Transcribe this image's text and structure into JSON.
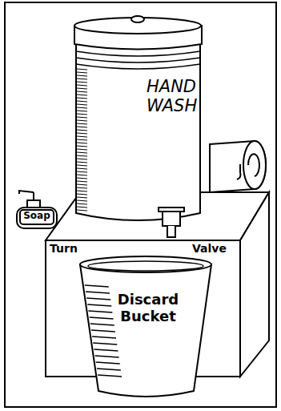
{
  "diagram": {
    "nodes": [
      {
        "text": [
          "HAND WASH"
        ]
      },
      {
        "text": [
          "Soap"
        ]
      },
      {
        "text": [
          "Discard Bucket"
        ]
      }
    ],
    "labels": [
      "Turn",
      "Valve"
    ]
  }
}
